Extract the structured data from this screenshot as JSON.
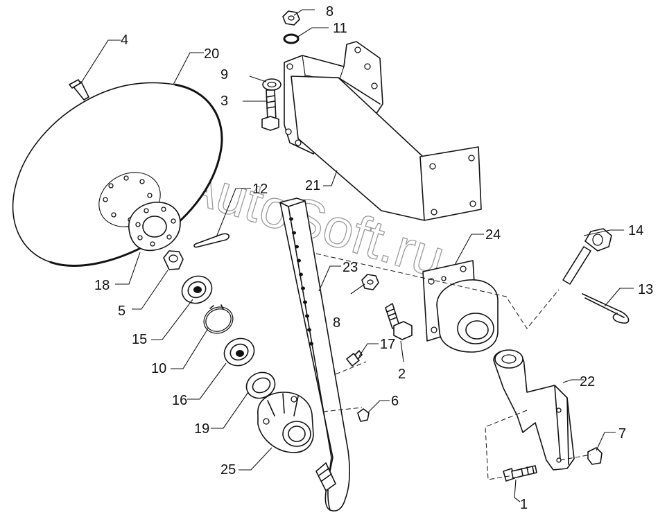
{
  "watermark": "AutoSoft.ru",
  "labels": {
    "l1": "1",
    "l2": "2",
    "l3": "3",
    "l4": "4",
    "l5": "5",
    "l6": "6",
    "l7": "7",
    "l8a": "8",
    "l8b": "8",
    "l9": "9",
    "l10": "10",
    "l11": "11",
    "l12": "12",
    "l13": "13",
    "l14": "14",
    "l15": "15",
    "l16": "16",
    "l17": "17",
    "l18": "18",
    "l19": "19",
    "l20": "20",
    "l21": "21",
    "l22": "22",
    "l23": "23",
    "l24": "24",
    "l25": "25"
  }
}
